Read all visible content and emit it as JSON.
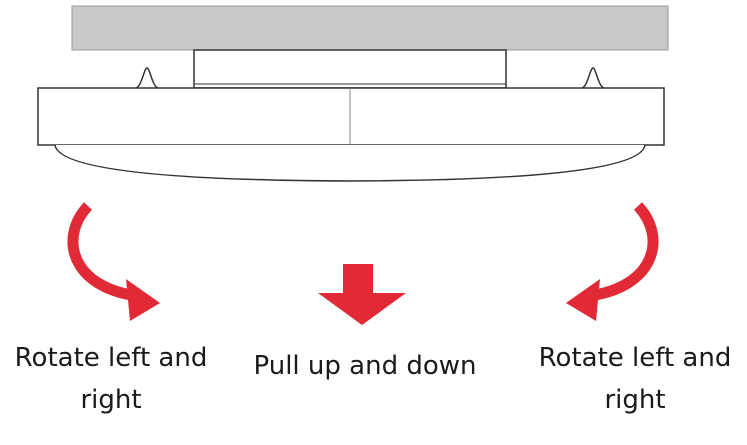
{
  "colors": {
    "ceiling": "#c8c8c8",
    "ceiling_edge": "#9a9a9a",
    "fixture_outline": "#333333",
    "arrow": "#e12a36",
    "text": "#1a1a1a"
  },
  "labels": {
    "left": {
      "line1": "Rotate left and",
      "line2": "right"
    },
    "center": {
      "line1": "Pull up and down"
    },
    "right": {
      "line1": "Rotate left and",
      "line2": "right"
    }
  },
  "icons": {
    "left_arrow": "curved-arrow-clockwise",
    "center_arrow": "down-arrow",
    "right_arrow": "curved-arrow-counterclockwise"
  }
}
